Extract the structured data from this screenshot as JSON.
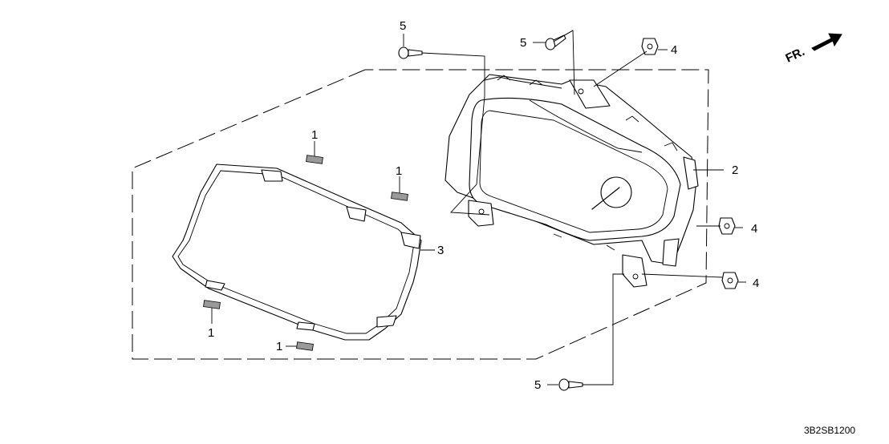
{
  "diagram": {
    "code": "3B2SB1200",
    "direction_label": "FR.",
    "callouts": [
      {
        "id": "c5-top",
        "label": "5"
      },
      {
        "id": "c5-mid",
        "label": "5"
      },
      {
        "id": "c4-top",
        "label": "4"
      },
      {
        "id": "c2",
        "label": "2"
      },
      {
        "id": "c4-mid",
        "label": "4"
      },
      {
        "id": "c4-low",
        "label": "4"
      },
      {
        "id": "c5-bottom",
        "label": "5"
      },
      {
        "id": "c1-a",
        "label": "1"
      },
      {
        "id": "c1-b",
        "label": "1"
      },
      {
        "id": "c3",
        "label": "3"
      },
      {
        "id": "c1-c",
        "label": "1"
      },
      {
        "id": "c1-d",
        "label": "1"
      }
    ]
  }
}
